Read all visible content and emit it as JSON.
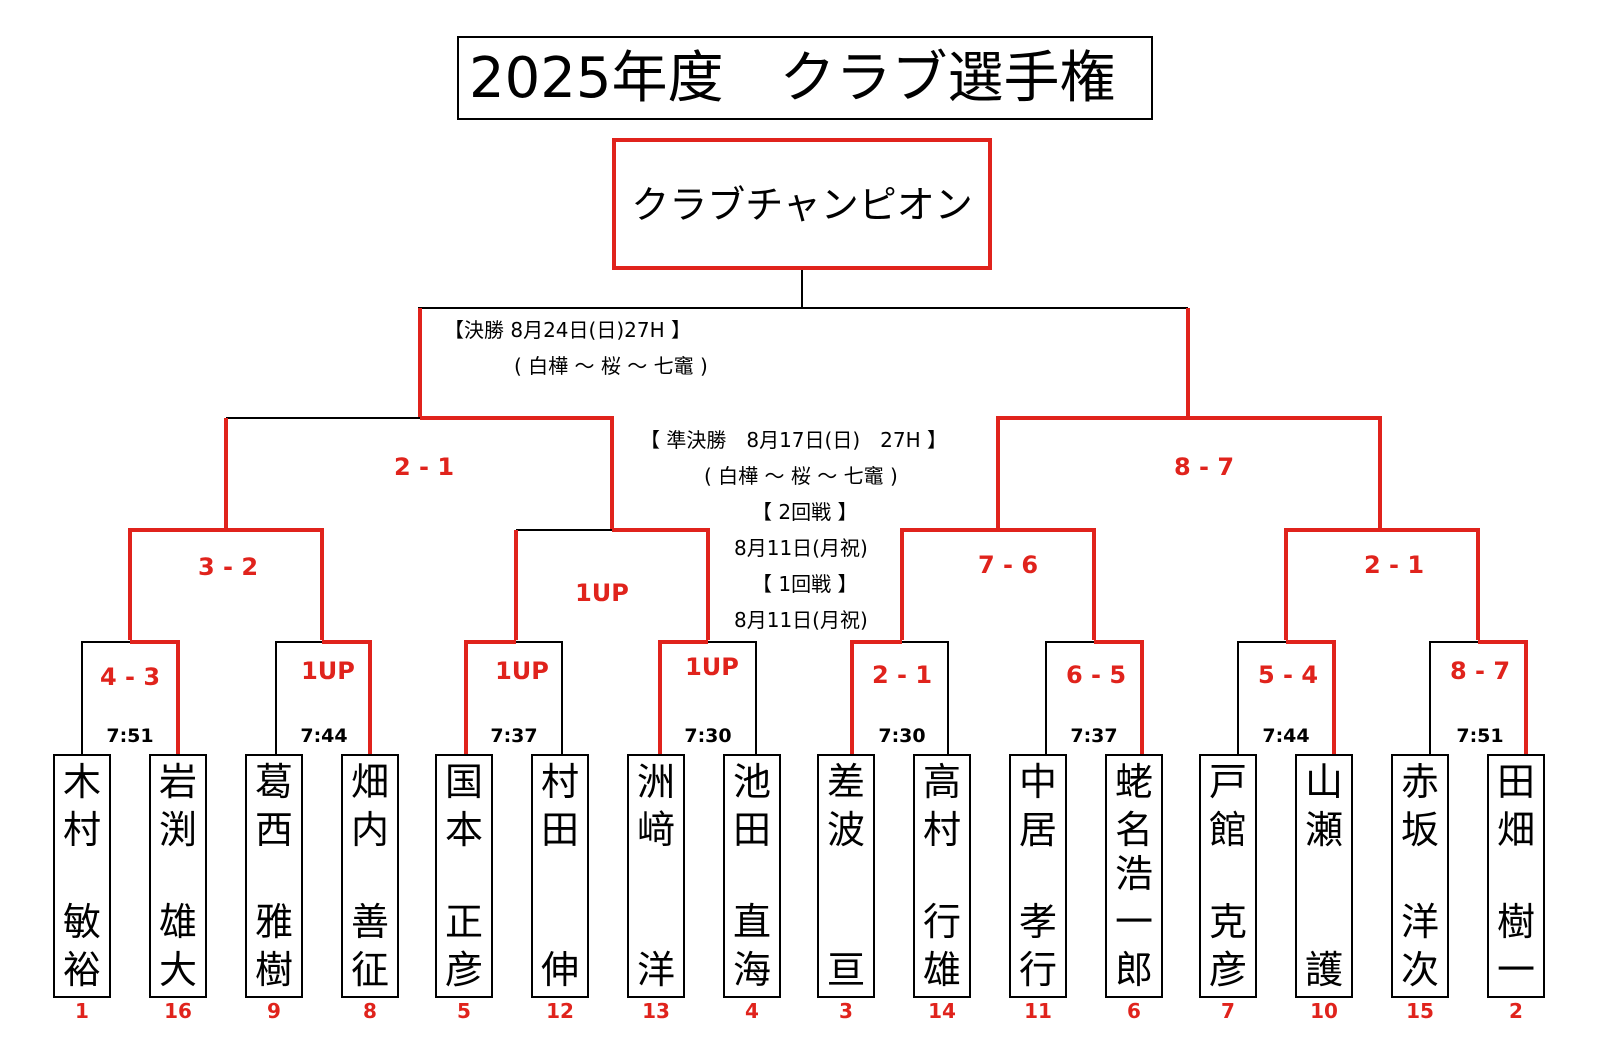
{
  "title": "2025年度　クラブ選手権",
  "champion_label": "クラブチャンピオン",
  "final_info": {
    "line1": "【決勝 8月24日(日)27H 】",
    "line2": "( 白樺 ～ 桜 ～ 七竈 )"
  },
  "semi_info": {
    "line1": "【 準決勝　8月17日(日)　27H 】",
    "line2": "( 白樺 ～ 桜 ～ 七竈 )"
  },
  "round2_info": {
    "line1": "【 2回戦 】",
    "line2": "8月11日(月祝)"
  },
  "round1_info": {
    "line1": "【 1回戦 】",
    "line2": "8月11日(月祝)"
  },
  "scores": {
    "semi_left": "2 - 1",
    "semi_right": "8 - 7",
    "qf": [
      "3 - 2",
      "1UP",
      "7 - 6",
      "2 - 1"
    ],
    "r1": [
      "4 - 3",
      "1UP",
      "1UP",
      "1UP",
      "2 - 1",
      "6 - 5",
      "5 - 4",
      "8 - 7"
    ]
  },
  "tee_times": [
    "7:51",
    "7:44",
    "7:37",
    "7:30",
    "7:30",
    "7:37",
    "7:44",
    "7:51"
  ],
  "players": [
    {
      "family": "木村",
      "given": "敏裕",
      "seed": "1"
    },
    {
      "family": "岩渕",
      "given": "雄大",
      "seed": "16"
    },
    {
      "family": "葛西",
      "given": "雅樹",
      "seed": "9"
    },
    {
      "family": "畑内",
      "given": "善征",
      "seed": "8"
    },
    {
      "family": "国本",
      "given": "正彦",
      "seed": "5"
    },
    {
      "family": "村田",
      "given": "伸",
      "seed": "12"
    },
    {
      "family": "洲﨑",
      "given": "洋",
      "seed": "13"
    },
    {
      "family": "池田",
      "given": "直海",
      "seed": "4"
    },
    {
      "family": "差波",
      "given": "亘",
      "seed": "3"
    },
    {
      "family": "高村",
      "given": "行雄",
      "seed": "14"
    },
    {
      "family": "中居",
      "given": "孝行",
      "seed": "11"
    },
    {
      "family": "蛯名",
      "given": "浩一郎",
      "seed": "6"
    },
    {
      "family": "戸館",
      "given": "克彦",
      "seed": "7"
    },
    {
      "family": "山瀬",
      "given": "護",
      "seed": "10"
    },
    {
      "family": "赤坂",
      "given": "洋次",
      "seed": "15"
    },
    {
      "family": "田畑",
      "given": "樹一",
      "seed": "2"
    }
  ],
  "colors": {
    "winner_line": "#e0231c",
    "line": "#000000",
    "score_text": "#e0231c"
  }
}
